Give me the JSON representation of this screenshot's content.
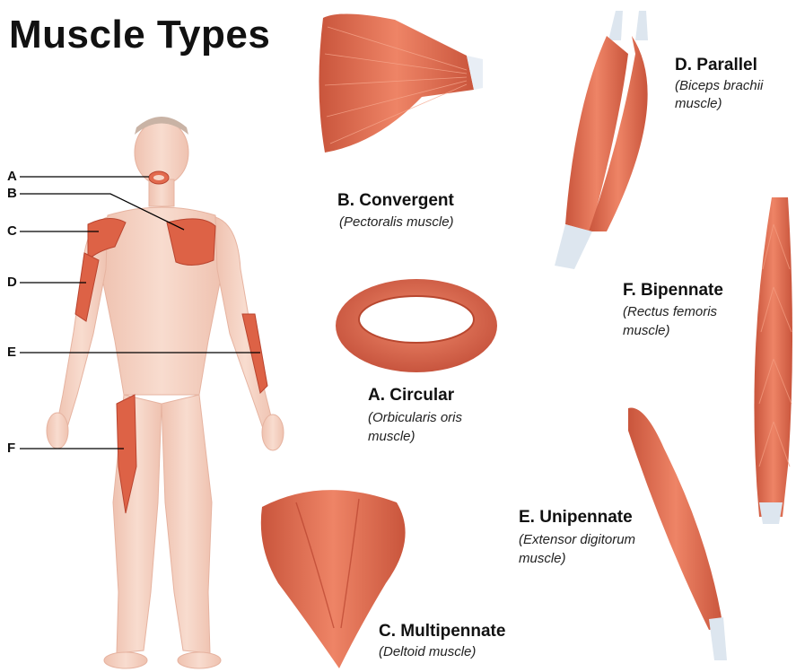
{
  "title": "Muscle Types",
  "callouts": [
    "A",
    "B",
    "C",
    "D",
    "E",
    "F"
  ],
  "muscles": {
    "convergent": {
      "name": "B. Convergent",
      "example": "(Pectoralis muscle)"
    },
    "parallel": {
      "name": "D. Parallel",
      "example_line1": "(Biceps brachii",
      "example_line2": "muscle)"
    },
    "circular": {
      "name": "A. Circular",
      "example_line1": "(Orbicularis oris",
      "example_line2": "muscle)"
    },
    "bipennate": {
      "name": "F. Bipennate",
      "example_line1": "(Rectus femoris",
      "example_line2": "muscle)"
    },
    "unipennate": {
      "name": "E. Unipennate",
      "example_line1": "(Extensor digitorum",
      "example_line2": "muscle)"
    },
    "multipennate": {
      "name": "C. Multipennate",
      "example": "(Deltoid muscle)"
    }
  },
  "colors": {
    "muscle": "#e0694c",
    "muscle_dark": "#c4503a",
    "skin": "#f4cdbd",
    "tendon": "#d8e3ef",
    "line": "#000000"
  }
}
